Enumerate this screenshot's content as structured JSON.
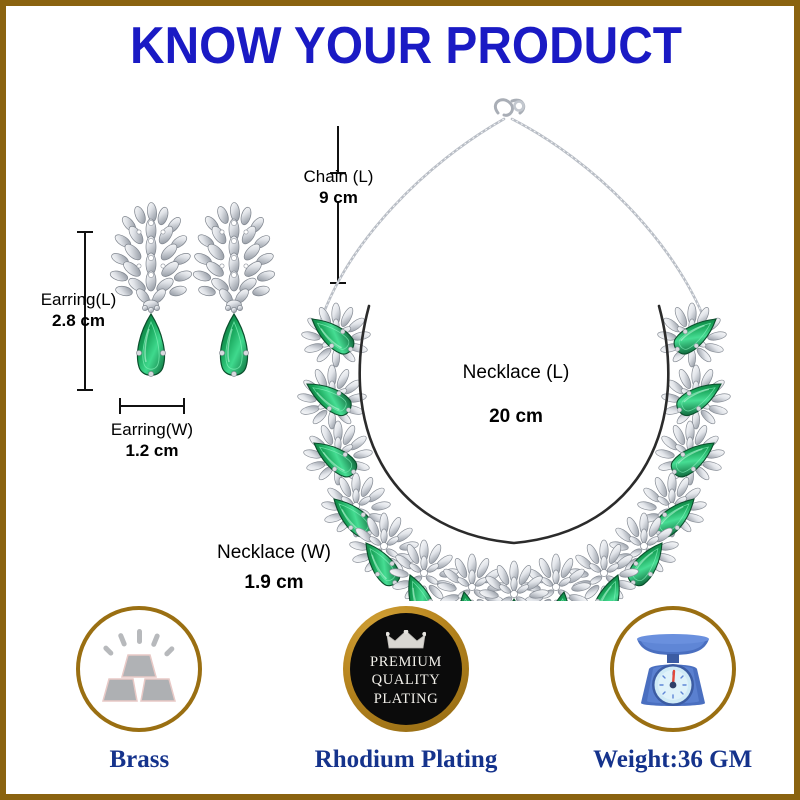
{
  "page": {
    "title": "KNOW YOUR PRODUCT",
    "border_color": "#8a6310",
    "title_color": "#1a1ac4",
    "background": "#ffffff"
  },
  "measurements": [
    {
      "id": "earring-length",
      "name": "Earring(L)",
      "value": "2.8 cm",
      "orientation": "vertical"
    },
    {
      "id": "earring-width",
      "name": "Earring(W)",
      "value": "1.2 cm",
      "orientation": "horizontal"
    },
    {
      "id": "chain-length",
      "name": "Chain (L)",
      "value": "9 cm",
      "orientation": "vertical"
    },
    {
      "id": "necklace-length",
      "name": "Necklace (L)",
      "value": "20 cm",
      "orientation": "arc"
    },
    {
      "id": "necklace-width",
      "name": "Necklace (W)",
      "value": "1.9 cm",
      "orientation": "horizontal"
    }
  ],
  "badges": [
    {
      "id": "material",
      "icon": "gold-bars-icon",
      "label": "Brass",
      "ring_color": "#9a6f12"
    },
    {
      "id": "plating",
      "icon": "premium-quality-seal-icon",
      "label": "Rhodium Plating",
      "seal_line1": "PREMIUM",
      "seal_line2": "QUALITY",
      "seal_line3": "PLATING",
      "seal_bg": "#0b0b0b",
      "ring_color": "#b8861f"
    },
    {
      "id": "weight",
      "icon": "weighing-scale-icon",
      "label": "Weight:36 GM",
      "ring_color": "#9a6f12"
    }
  ],
  "colors": {
    "gem_dark": "#0a5c32",
    "gem_mid": "#17a359",
    "gem_light": "#4fe39a",
    "metal_light": "#f4f5f7",
    "metal_mid": "#c9ccd2",
    "metal_dark": "#8d929b",
    "cord": "#2b2b2b",
    "label_navy": "#15338c"
  }
}
